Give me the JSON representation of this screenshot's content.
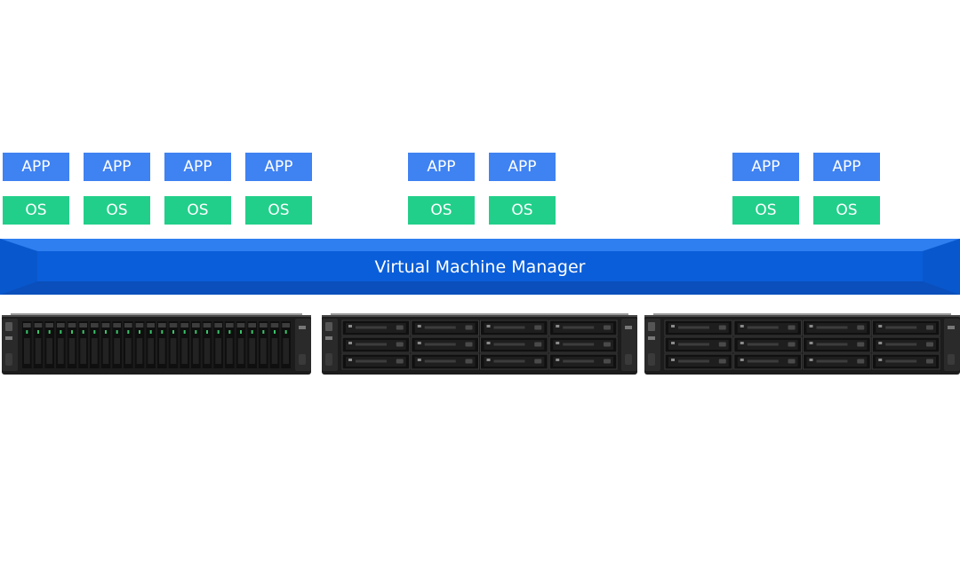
{
  "stacks": [
    {
      "app": "APP",
      "os": "OS"
    },
    {
      "app": "APP",
      "os": "OS"
    },
    {
      "app": "APP",
      "os": "OS"
    },
    {
      "app": "APP",
      "os": "OS"
    },
    {
      "app": "APP",
      "os": "OS"
    },
    {
      "app": "APP",
      "os": "OS"
    },
    {
      "app": "APP",
      "os": "OS"
    },
    {
      "app": "APP",
      "os": "OS"
    }
  ],
  "manager": {
    "label": "Virtual Machine Manager"
  },
  "servers": [
    {
      "type": "24-bay rackmount NAS",
      "icon": "nas-24-bay-icon"
    },
    {
      "type": "12-bay rackmount NAS",
      "icon": "nas-12-bay-icon"
    },
    {
      "type": "12-bay rackmount NAS",
      "icon": "nas-12-bay-icon"
    }
  ],
  "colors": {
    "app": "#3f82f2",
    "os": "#22cf8a",
    "manager": "#0b5ed9",
    "background": "#ffffff"
  }
}
